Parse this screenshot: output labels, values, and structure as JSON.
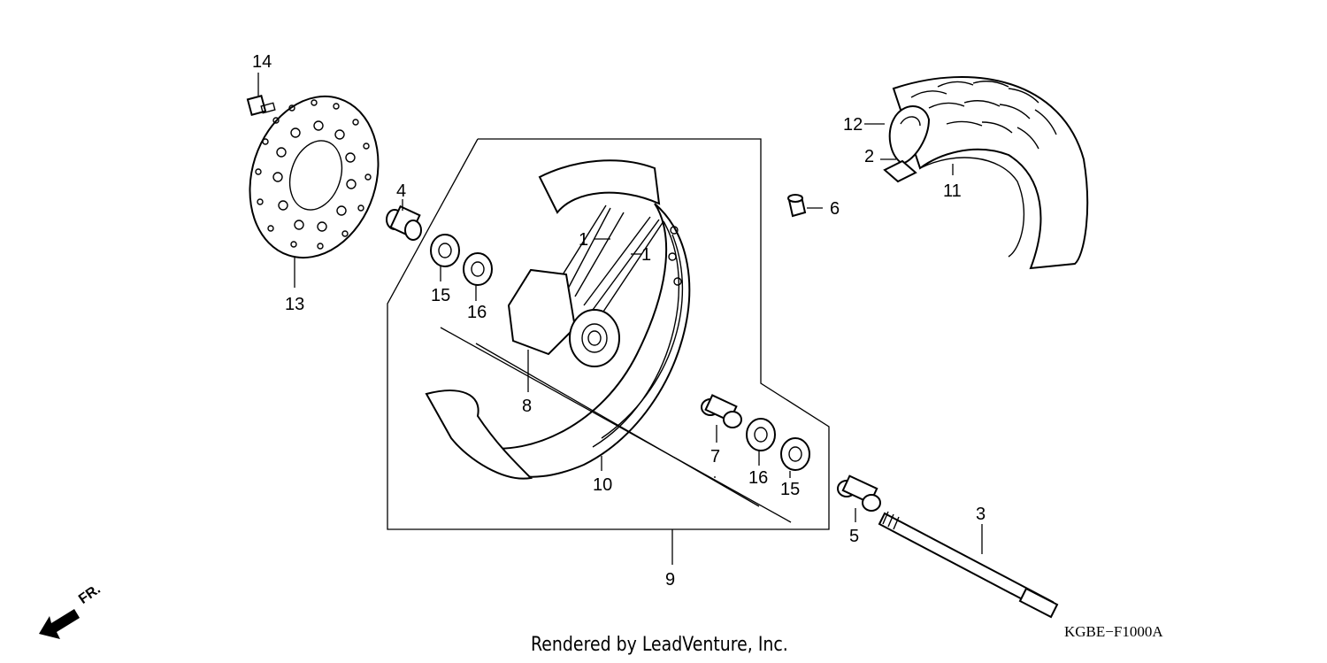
{
  "diagram": {
    "callouts": {
      "c1a": "1",
      "c1b": "1",
      "c2": "2",
      "c3": "3",
      "c4": "4",
      "c5": "5",
      "c6": "6",
      "c7": "7",
      "c8": "8",
      "c9": "9",
      "c10": "10",
      "c11": "11",
      "c12": "12",
      "c13": "13",
      "c14": "14",
      "c15a": "15",
      "c15b": "15",
      "c16a": "16",
      "c16b": "16"
    },
    "direction_label": "FR.",
    "credit": "Rendered by LeadVenture, Inc.",
    "diagram_code": "KGBE−F1000A"
  }
}
